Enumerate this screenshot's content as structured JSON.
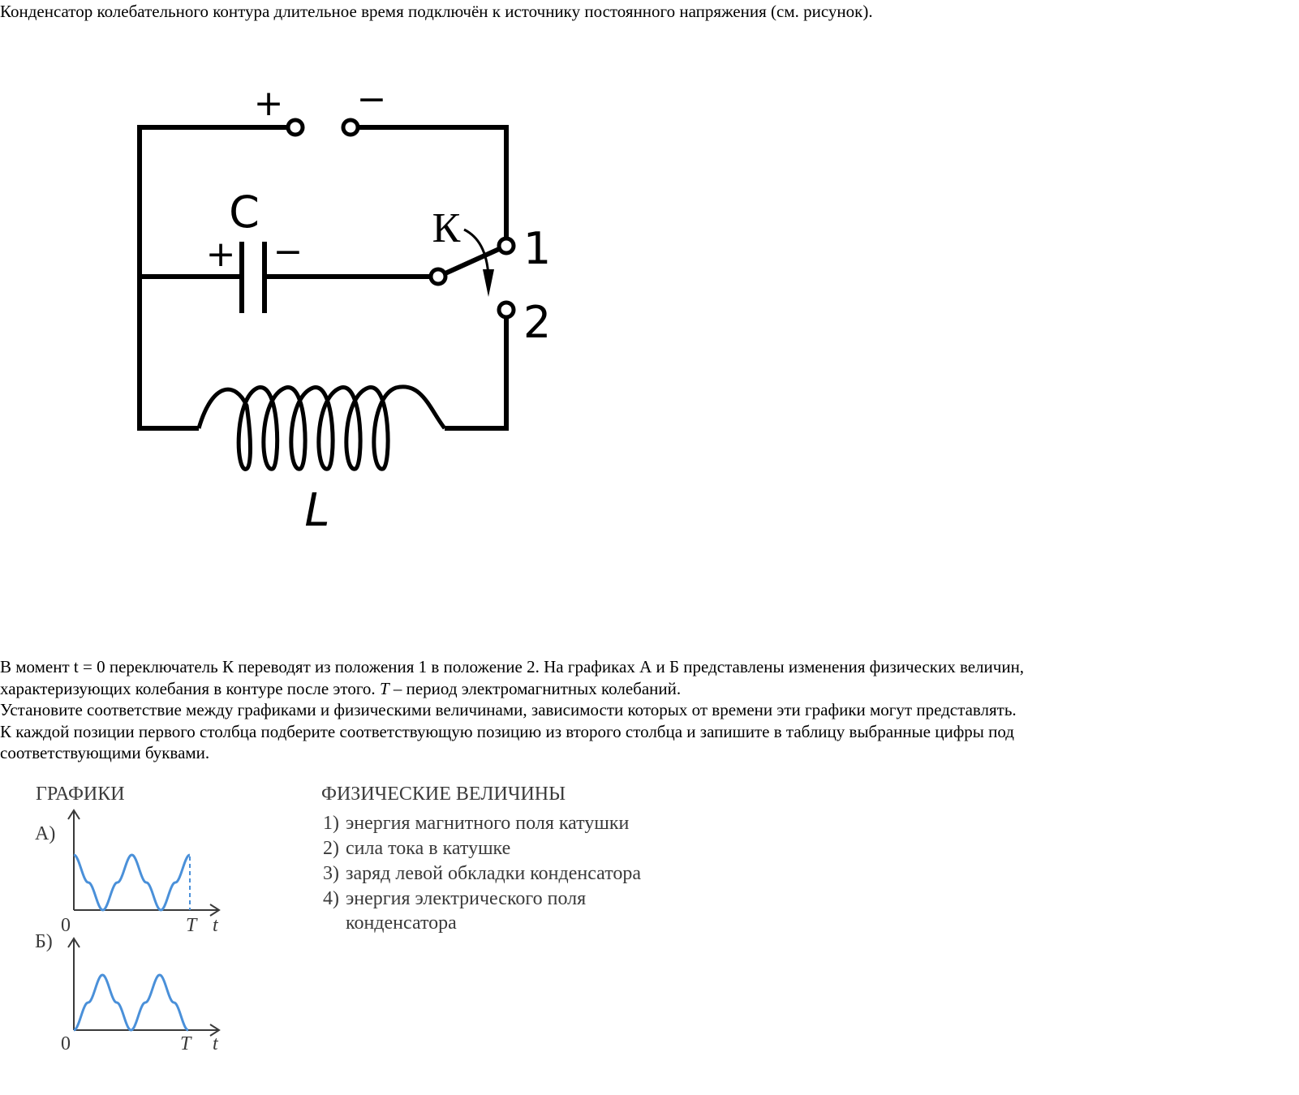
{
  "intro": "Конденсатор колебательного контура длительное время подключён к источнику постоянного напряжения (см. рисунок).",
  "circuit": {
    "source_plus": "+",
    "source_minus": "−",
    "capacitor_label": "C",
    "capacitor_plus": "+",
    "capacitor_minus": "−",
    "switch_label": "К",
    "position_1": "1",
    "position_2": "2",
    "inductor_label": "L"
  },
  "text": {
    "line1": "В момент t = 0 переключатель К переводят из положения 1 в положение 2. На графиках А и Б представлены изменения физических величин,",
    "line2_a": "характеризующих колебания в контуре после этого. ",
    "line2_T": "T",
    "line2_b": " – период электромагнитных колебаний.",
    "line3": "Установите соответствие между графиками и физическими величинами, зависимости которых от времени эти графики могут представлять.",
    "line4": "К каждой позиции первого столбца подберите соответствующую позицию из второго столбца и запишите в таблицу выбранные цифры под",
    "line5": "соответствующими буквами."
  },
  "graphs": {
    "heading": "ГРАФИКИ",
    "a": {
      "label": "А)",
      "origin": "0",
      "period": "T",
      "axis": "t"
    },
    "b": {
      "label": "Б)",
      "origin": "0",
      "period": "T",
      "axis": "t"
    },
    "curve_color": "#4a90d9"
  },
  "quantities": {
    "heading": "ФИЗИЧЕСКИЕ ВЕЛИЧИНЫ",
    "items": [
      {
        "num": "1)",
        "text": "энергия магнитного поля катушки"
      },
      {
        "num": "2)",
        "text": "сила тока в катушке"
      },
      {
        "num": "3)",
        "text": "заряд левой обкладки конденсатора"
      },
      {
        "num": "4)",
        "text": "энергия электрического поля"
      }
    ],
    "item4_cont": "конденсатора"
  },
  "chart_data": [
    {
      "type": "line",
      "name": "А",
      "xlabel": "t",
      "x_ticks": [
        "0",
        "T"
      ],
      "x": [
        0,
        0.125,
        0.25,
        0.375,
        0.5,
        0.625,
        0.75,
        0.875,
        1
      ],
      "y": [
        1,
        0.5,
        0,
        0.5,
        1,
        0.5,
        0,
        0.5,
        1
      ]
    },
    {
      "type": "line",
      "name": "Б",
      "xlabel": "t",
      "x_ticks": [
        "0",
        "T"
      ],
      "x": [
        0,
        0.125,
        0.25,
        0.375,
        0.5,
        0.625,
        0.75,
        0.875,
        1
      ],
      "y": [
        0,
        0.5,
        1,
        0.5,
        0,
        0.5,
        1,
        0.5,
        0
      ]
    }
  ]
}
